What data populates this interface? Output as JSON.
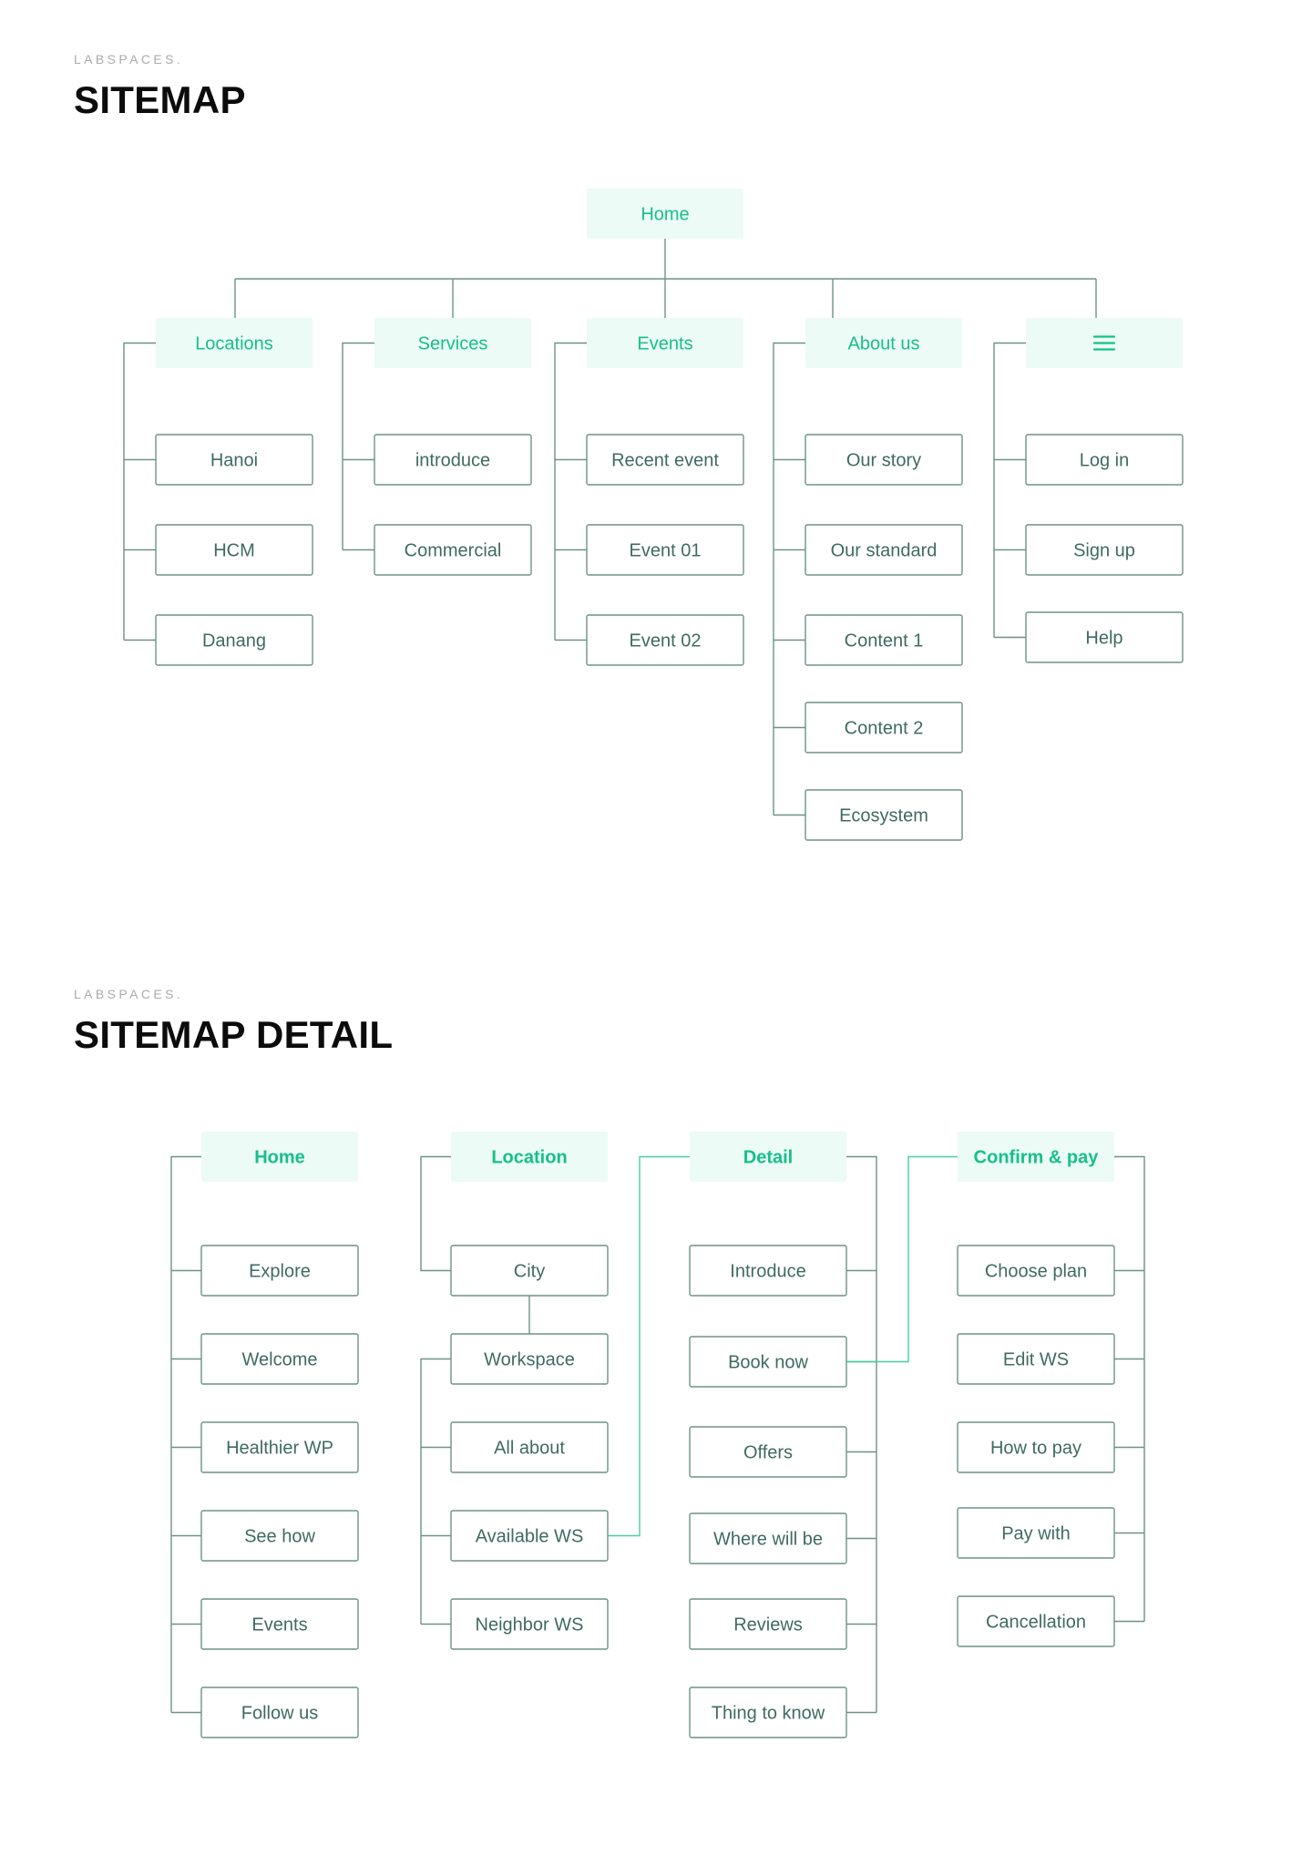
{
  "brand": "LABSPACES.",
  "colors": {
    "accent": "#16c08a",
    "header_fill": "#ecfbf5",
    "node_border": "#6e9188",
    "node_text": "#3f6a61",
    "connector": "#6e9188",
    "flow_connector": "#46cfa0"
  },
  "sitemap": {
    "title": "SITEMAP",
    "root": {
      "label": "Home"
    },
    "sections": [
      {
        "label": "Locations",
        "children": [
          "Hanoi",
          "HCM",
          "Danang"
        ]
      },
      {
        "label": "Services",
        "children": [
          "introduce",
          "Commercial"
        ]
      },
      {
        "label": "Events",
        "children": [
          "Recent event",
          "Event 01",
          "Event 02"
        ]
      },
      {
        "label": "About us",
        "children": [
          "Our story",
          "Our standard",
          "Content 1",
          "Content 2",
          "Ecosystem"
        ]
      },
      {
        "label": "",
        "icon": "menu-icon",
        "children": [
          "Log in",
          "Sign up",
          "Help"
        ]
      }
    ]
  },
  "sitemap_detail": {
    "title": "SITEMAP DETAIL",
    "columns": [
      {
        "label": "Home",
        "children": [
          "Explore",
          "Welcome",
          "Healthier WP",
          "See how",
          "Events",
          "Follow us"
        ]
      },
      {
        "label": "Location",
        "children": [
          "City",
          "Workspace",
          "All about",
          "Available WS",
          "Neighbor WS"
        ]
      },
      {
        "label": "Detail",
        "children": [
          "Introduce",
          "Book now",
          "Offers",
          "Where will be",
          "Reviews",
          "Thing to know"
        ]
      },
      {
        "label": "Confirm & pay",
        "children": [
          "Choose plan",
          "Edit WS",
          "How to pay",
          "Pay with",
          "Cancellation"
        ]
      }
    ]
  }
}
